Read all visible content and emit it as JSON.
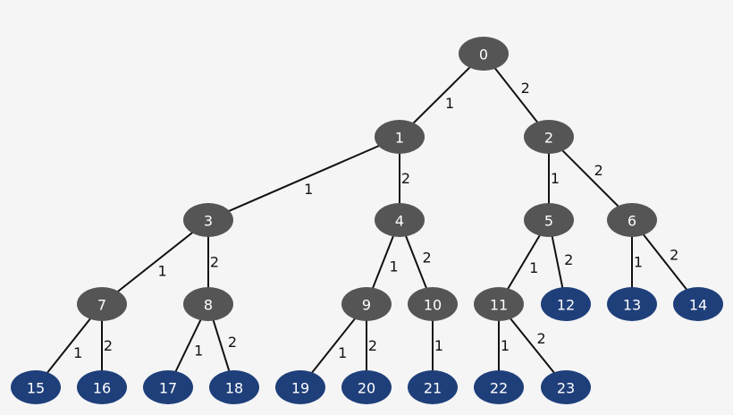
{
  "colors": {
    "background": "#f5f5f6",
    "internal_node": "#555555",
    "leaf_node": "#1f3f7a",
    "edge": "#111111",
    "node_text": "#ffffff",
    "edge_text": "#111111"
  },
  "tree": {
    "nodes": [
      {
        "id": "0",
        "label": "0",
        "kind": "internal"
      },
      {
        "id": "1",
        "label": "1",
        "kind": "internal"
      },
      {
        "id": "2",
        "label": "2",
        "kind": "internal"
      },
      {
        "id": "3",
        "label": "3",
        "kind": "internal"
      },
      {
        "id": "4",
        "label": "4",
        "kind": "internal"
      },
      {
        "id": "5",
        "label": "5",
        "kind": "internal"
      },
      {
        "id": "6",
        "label": "6",
        "kind": "internal"
      },
      {
        "id": "7",
        "label": "7",
        "kind": "internal"
      },
      {
        "id": "8",
        "label": "8",
        "kind": "internal"
      },
      {
        "id": "9",
        "label": "9",
        "kind": "internal"
      },
      {
        "id": "10",
        "label": "10",
        "kind": "internal"
      },
      {
        "id": "11",
        "label": "11",
        "kind": "internal"
      },
      {
        "id": "12",
        "label": "12",
        "kind": "leaf"
      },
      {
        "id": "13",
        "label": "13",
        "kind": "leaf"
      },
      {
        "id": "14",
        "label": "14",
        "kind": "leaf"
      },
      {
        "id": "15",
        "label": "15",
        "kind": "leaf"
      },
      {
        "id": "16",
        "label": "16",
        "kind": "leaf"
      },
      {
        "id": "17",
        "label": "17",
        "kind": "leaf"
      },
      {
        "id": "18",
        "label": "18",
        "kind": "leaf"
      },
      {
        "id": "19",
        "label": "19",
        "kind": "leaf"
      },
      {
        "id": "20",
        "label": "20",
        "kind": "leaf"
      },
      {
        "id": "21",
        "label": "21",
        "kind": "leaf"
      },
      {
        "id": "22",
        "label": "22",
        "kind": "leaf"
      },
      {
        "id": "23",
        "label": "23",
        "kind": "leaf"
      }
    ],
    "edges": [
      {
        "from": "0",
        "to": "1",
        "label": "1"
      },
      {
        "from": "0",
        "to": "2",
        "label": "2"
      },
      {
        "from": "1",
        "to": "3",
        "label": "1"
      },
      {
        "from": "1",
        "to": "4",
        "label": "2"
      },
      {
        "from": "2",
        "to": "5",
        "label": "1"
      },
      {
        "from": "2",
        "to": "6",
        "label": "2"
      },
      {
        "from": "3",
        "to": "7",
        "label": "1"
      },
      {
        "from": "3",
        "to": "8",
        "label": "2"
      },
      {
        "from": "4",
        "to": "9",
        "label": "1"
      },
      {
        "from": "4",
        "to": "10",
        "label": "2"
      },
      {
        "from": "5",
        "to": "11",
        "label": "1"
      },
      {
        "from": "5",
        "to": "12",
        "label": "2"
      },
      {
        "from": "6",
        "to": "13",
        "label": "1"
      },
      {
        "from": "6",
        "to": "14",
        "label": "2"
      },
      {
        "from": "7",
        "to": "15",
        "label": "1"
      },
      {
        "from": "7",
        "to": "16",
        "label": "2"
      },
      {
        "from": "8",
        "to": "17",
        "label": "1"
      },
      {
        "from": "8",
        "to": "18",
        "label": "2"
      },
      {
        "from": "9",
        "to": "19",
        "label": "1"
      },
      {
        "from": "9",
        "to": "20",
        "label": "2"
      },
      {
        "from": "10",
        "to": "21",
        "label": "1"
      },
      {
        "from": "11",
        "to": "22",
        "label": "1"
      },
      {
        "from": "11",
        "to": "23",
        "label": "2"
      }
    ]
  }
}
